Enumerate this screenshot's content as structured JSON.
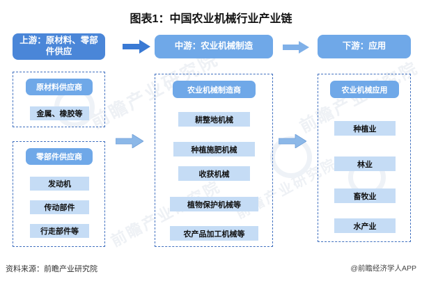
{
  "title": "图表1：中国农业机械行业产业链",
  "colors": {
    "header_upstream": "#4a86d8",
    "header_mid": "#6fa8e8",
    "chip": "#c5dcf5",
    "dashed_border": "#3f6fbf",
    "arrow_dark": "#3a7ad4",
    "arrow_light": "#7fb0e8"
  },
  "headers": [
    {
      "id": "upstream",
      "label": "上游：原材料、零部件供应"
    },
    {
      "id": "midstream",
      "label": "中游：农业机械制造"
    },
    {
      "id": "downstream",
      "label": "下游：应用"
    }
  ],
  "arrows": [
    {
      "id": "upstream-to-midstream",
      "name": "arrow-right-icon"
    },
    {
      "id": "midstream-to-downstream",
      "name": "arrow-right-icon"
    },
    {
      "id": "upstream-column-to-mid-column",
      "name": "arrow-right-icon"
    },
    {
      "id": "mid-column-to-app-column",
      "name": "arrow-right-icon"
    }
  ],
  "groups": {
    "raw_materials": {
      "header": "原材料供应商",
      "items": [
        "金属、橡胶等"
      ]
    },
    "components": {
      "header": "零部件供应商",
      "items": [
        "发动机",
        "传动部件",
        "行走部件等"
      ]
    },
    "manufacturing": {
      "header": "农业机械制造商",
      "items": [
        "耕整地机械",
        "种植施肥机械",
        "收获机械",
        "植物保护机械等",
        "农产品加工机械等"
      ]
    },
    "applications": {
      "header": "农业机械应用",
      "items": [
        "种植业",
        "林业",
        "畜牧业",
        "水产业"
      ]
    }
  },
  "watermarks": [
    "前瞻产业研究院",
    "前瞻产业研究院",
    "前瞻产业研究院",
    "前瞻产业研究院"
  ],
  "footer": {
    "source": "资料来源：前瞻产业研究院",
    "attribution": "@前瞻经济学人APP"
  }
}
